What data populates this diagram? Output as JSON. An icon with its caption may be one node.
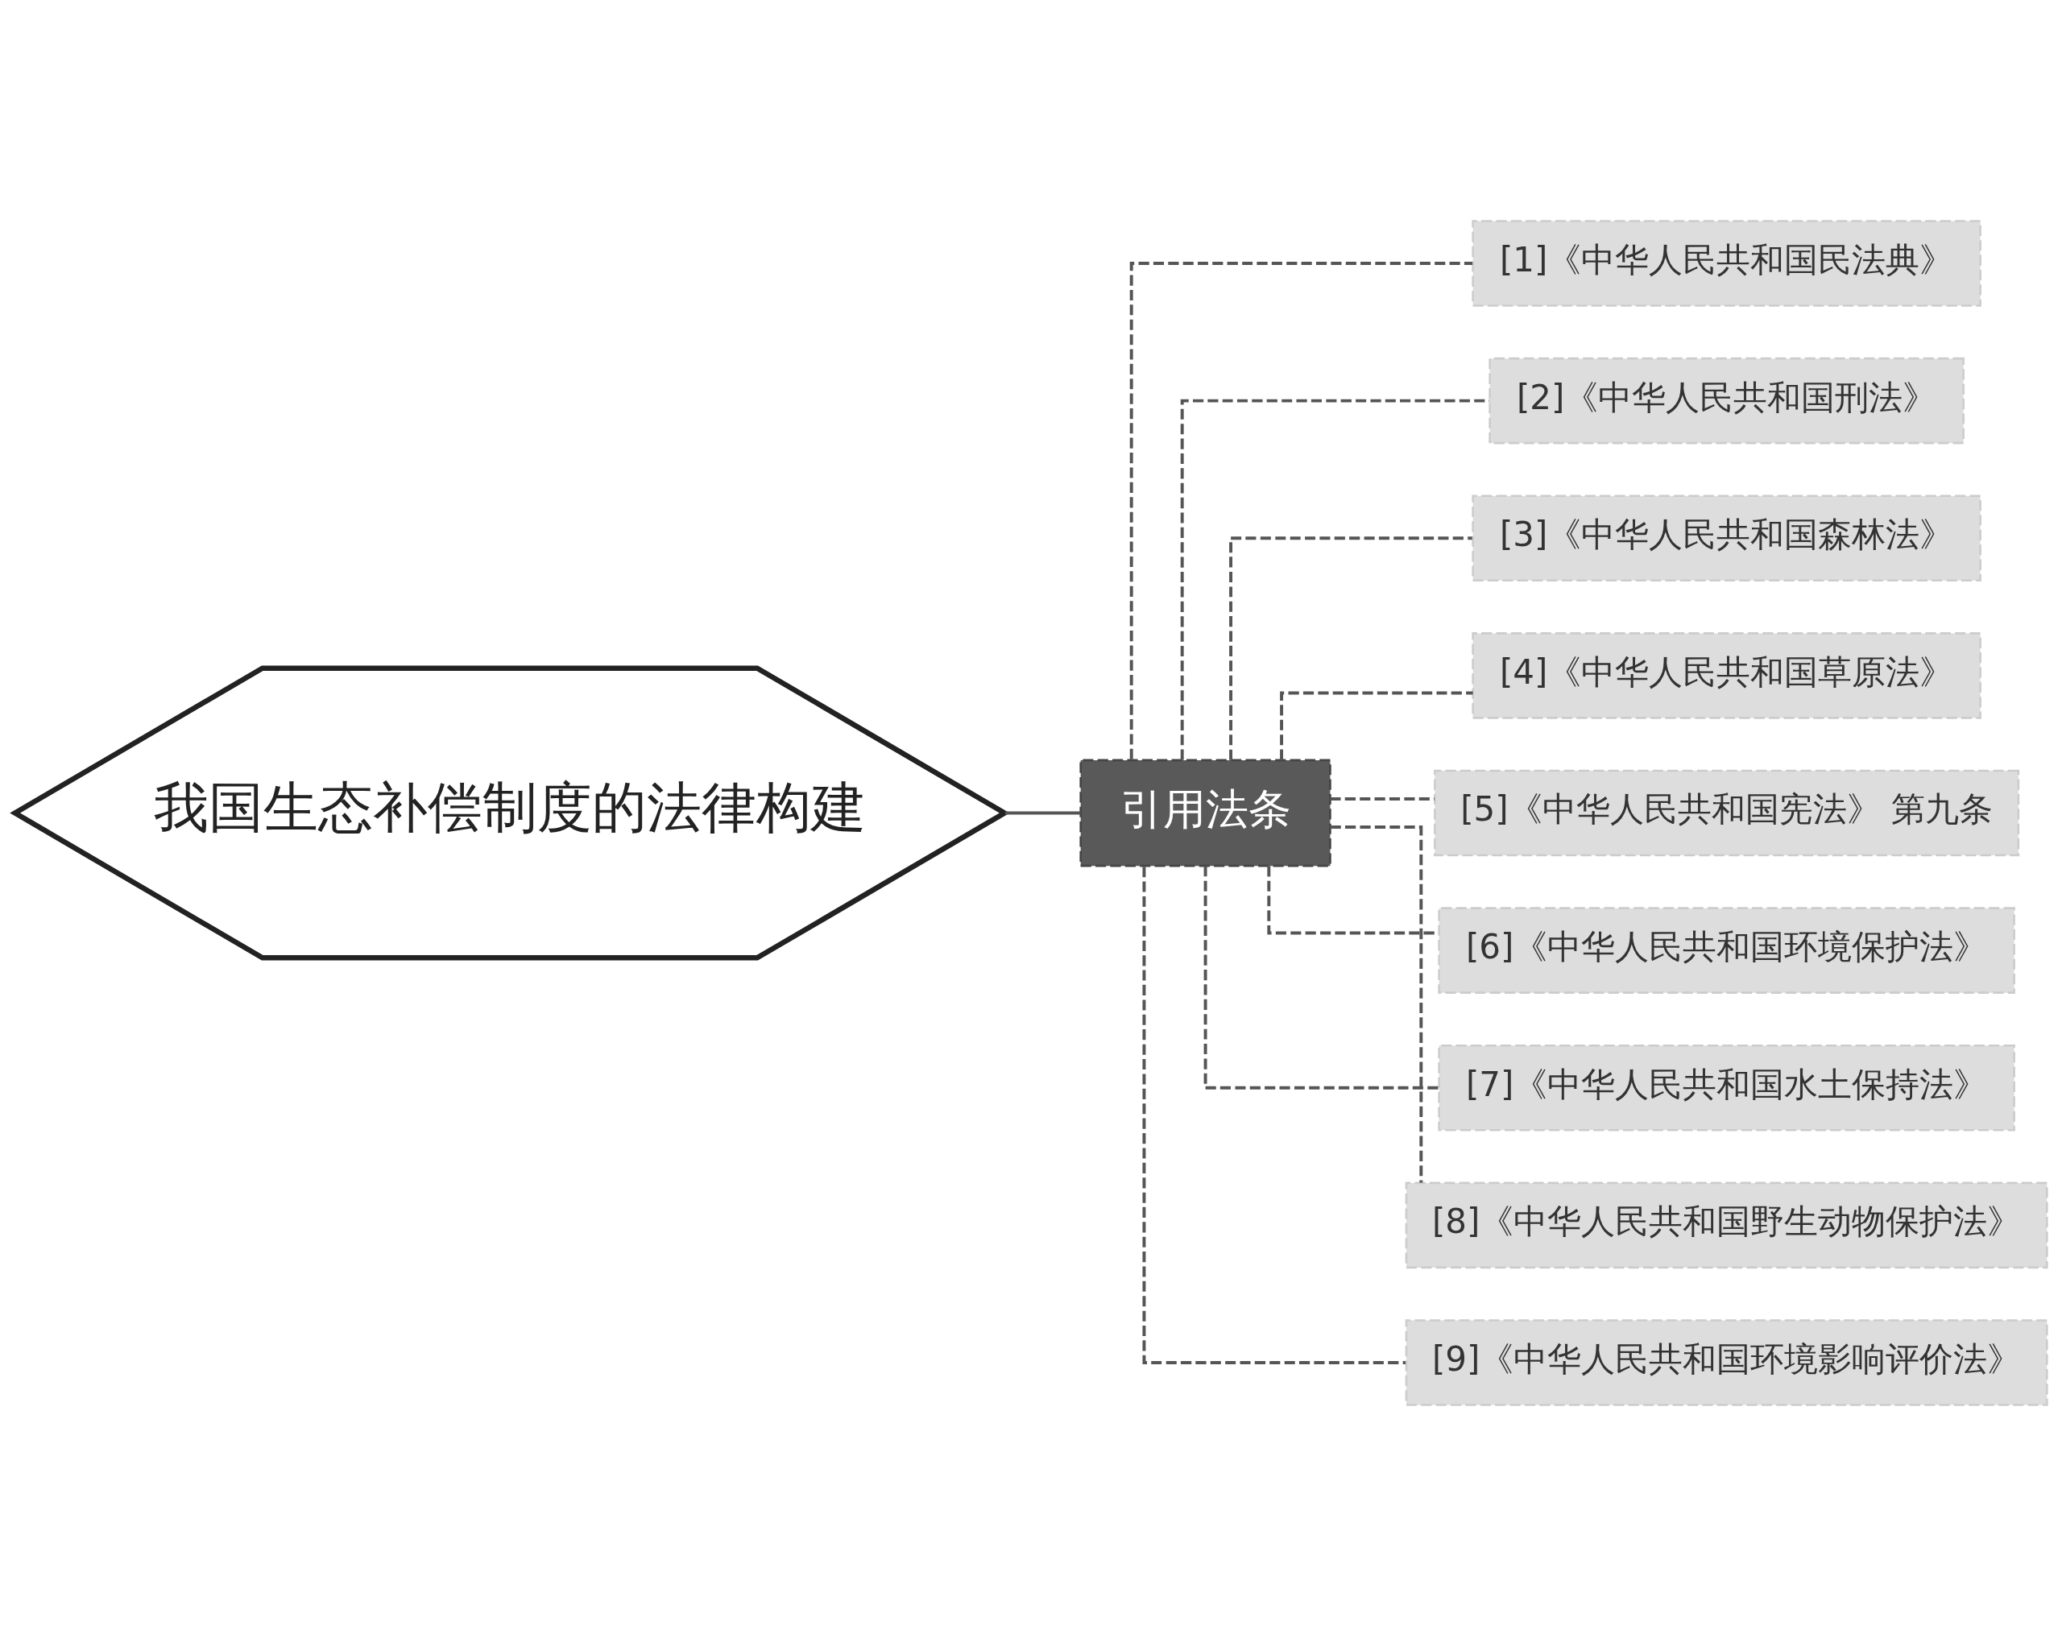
{
  "diagram": {
    "nodes": [
      {
        "text": [
          "我国生态补偿制度的法律构建"
        ]
      },
      {
        "text": [
          "引用法条"
        ]
      },
      {
        "text": [
          "[1]《中华人民共和国民法典》"
        ]
      },
      {
        "text": [
          "[2]《中华人民共和国刑法》"
        ]
      },
      {
        "text": [
          "[3]《中华人民共和国森林法》"
        ]
      },
      {
        "text": [
          "[4]《中华人民共和国草原法》"
        ]
      },
      {
        "text": [
          "[5]《中华人民共和国宪法》 第九条"
        ]
      },
      {
        "text": [
          "[6]《中华人民共和国环境保护法》"
        ]
      },
      {
        "text": [
          "[7]《中华人民共和国水土保持法》"
        ]
      },
      {
        "text": [
          "[8]《中华人民共和国野生动物保护法》"
        ]
      },
      {
        "text": [
          "[9]《中华人民共和国环境影响评价法》"
        ]
      }
    ],
    "edges": [
      {
        "from": 0,
        "to": 1,
        "arrow": "none"
      },
      {
        "from": 1,
        "to": 2,
        "arrow": "none",
        "style": "dashed"
      },
      {
        "from": 1,
        "to": 3,
        "arrow": "none",
        "style": "dashed"
      },
      {
        "from": 1,
        "to": 4,
        "arrow": "none",
        "style": "dashed"
      },
      {
        "from": 1,
        "to": 5,
        "arrow": "none",
        "style": "dashed"
      },
      {
        "from": 1,
        "to": 6,
        "arrow": "none",
        "style": "dashed"
      },
      {
        "from": 1,
        "to": 7,
        "arrow": "none",
        "style": "dashed"
      },
      {
        "from": 1,
        "to": 8,
        "arrow": "none",
        "style": "dashed"
      },
      {
        "from": 1,
        "to": 9,
        "arrow": "none",
        "style": "dashed"
      },
      {
        "from": 1,
        "to": 10,
        "arrow": "none",
        "style": "dashed"
      }
    ]
  }
}
